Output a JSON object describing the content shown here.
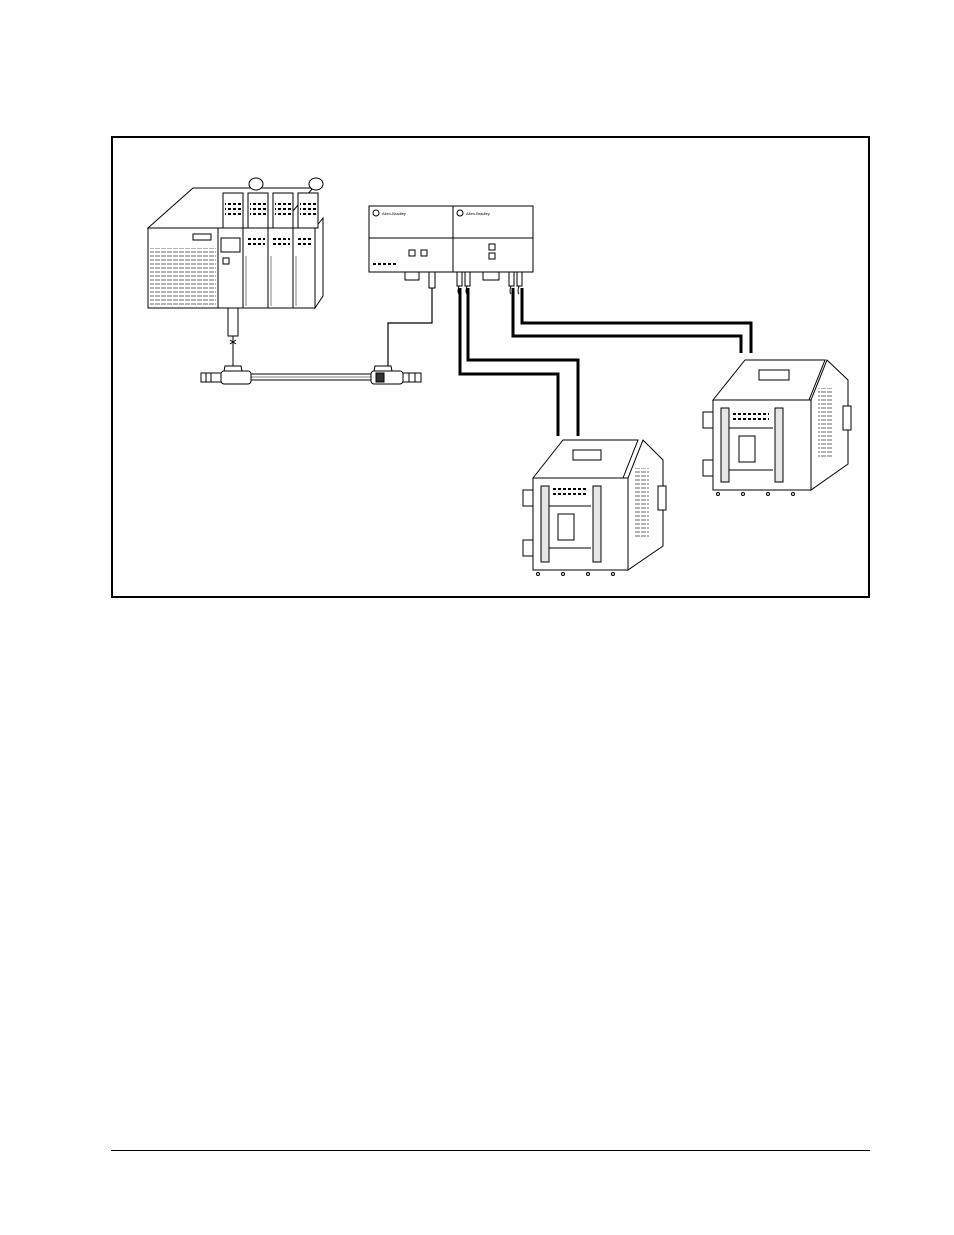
{
  "figure": {
    "components": {
      "controller": "chassis-controller",
      "network_tees": [
        "network-tee-left",
        "network-tee-right"
      ],
      "modules": [
        "communication-module-1",
        "communication-module-2"
      ],
      "drives": [
        "drive-unit-1",
        "drive-unit-2"
      ]
    },
    "module_logo_text": [
      "Allen-Bradley",
      "Allen-Bradley"
    ]
  },
  "colors": {
    "line": "#000000",
    "fill": "#ffffff",
    "shade": "#e6e6e6",
    "dark": "#333333"
  }
}
